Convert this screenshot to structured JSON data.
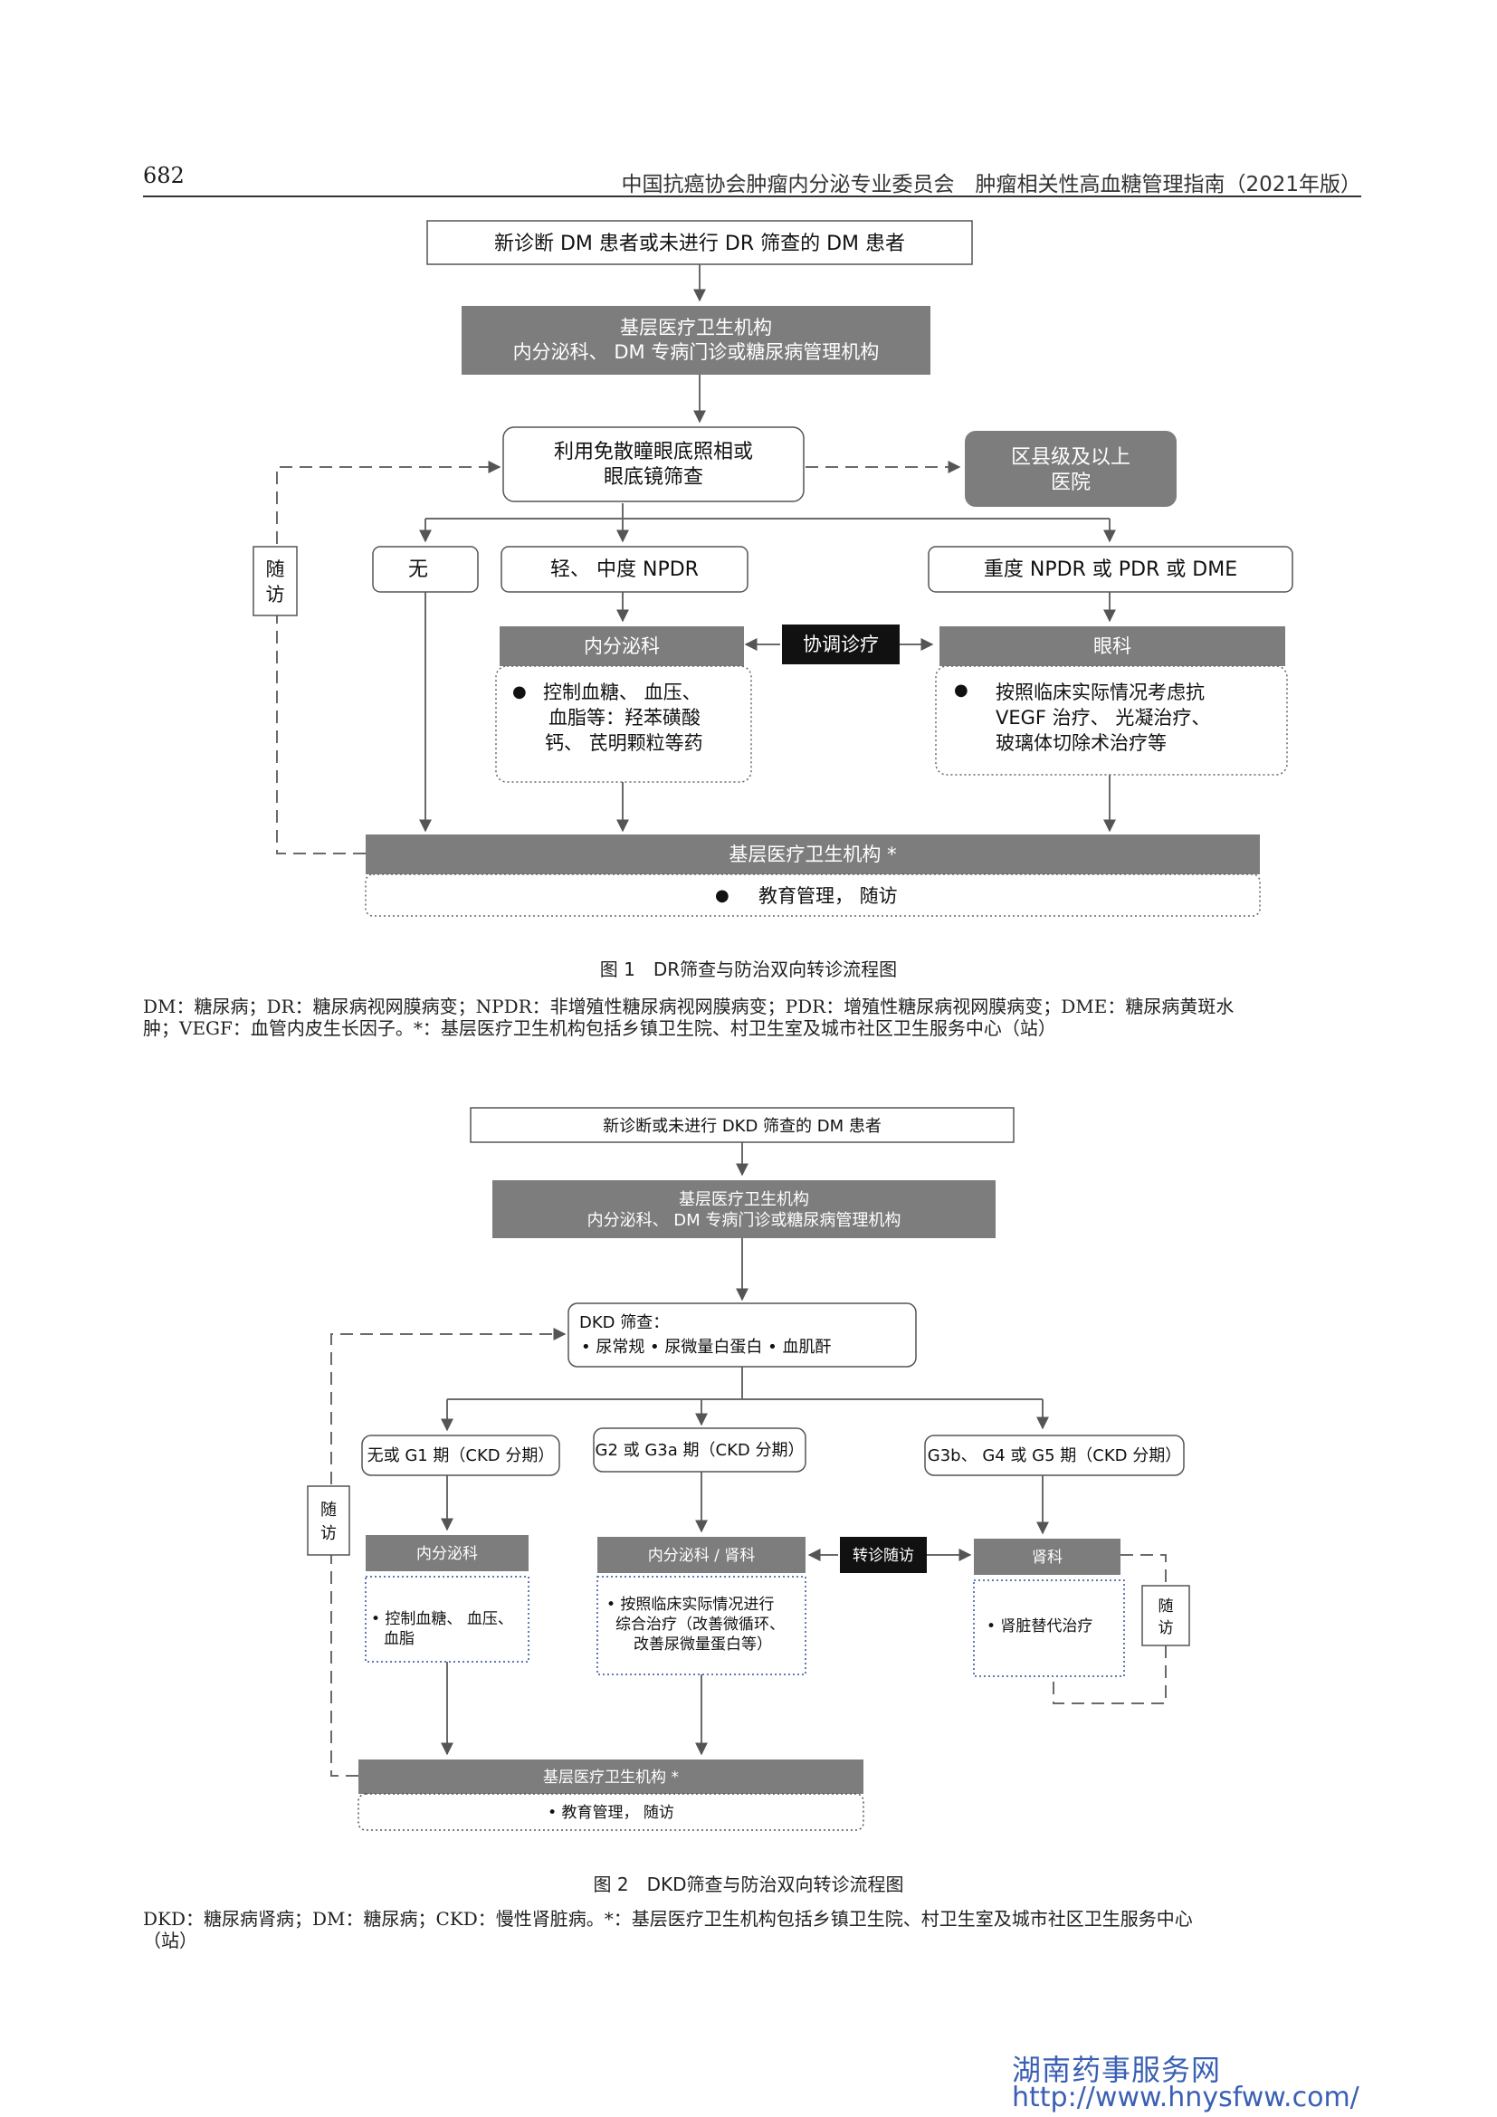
{
  "header": {
    "page_number": "682",
    "running_title": "中国抗癌协会肿瘤内分泌专业委员会　肿瘤相关性高血糖管理指南（2021年版）"
  },
  "figure1": {
    "caption": "图 1　DR筛查与防治双向转诊流程图",
    "start": "新诊断 DM 患者或未进行 DR 筛查的 DM 患者",
    "primary_line1": "基层医疗卫生机构",
    "primary_line2": "内分泌科、 DM 专病门诊或糖尿病管理机构",
    "screen_line1": "利用免散瞳眼底照相或",
    "screen_line2": "眼底镜筛查",
    "hospital_line1": "区县级及以上",
    "hospital_line2": "医院",
    "followup_1": "随",
    "followup_2": "访",
    "none": "无",
    "mild": "轻、 中度 NPDR",
    "severe": "重度 NPDR 或 PDR 或 DME",
    "endo": "内分泌科",
    "coord": "协调诊疗",
    "eye": "眼科",
    "endo_bullet": "●",
    "endo_l1": "控制血糖、 血压、",
    "endo_l2": "血脂等：羟苯磺酸",
    "endo_l3": "钙、 芪明颗粒等药",
    "eye_bullet": "●",
    "eye_l1": "按照临床实际情况考虑抗",
    "eye_l2": "VEGF 治疗、 光凝治疗、",
    "eye_l3": "玻璃体切除术治疗等",
    "bottom_title": "基层医疗卫生机构 *",
    "bottom_bullet": "●",
    "bottom_text": "教育管理， 随访"
  },
  "notes1_line1": "DM：糖尿病；DR：糖尿病视网膜病变；NPDR：非增殖性糖尿病视网膜病变；PDR：增殖性糖尿病视网膜病变；DME：糖尿病黄斑水",
  "notes1_line2": "肿；VEGF：血管内皮生长因子。*：基层医疗卫生机构包括乡镇卫生院、村卫生室及城市社区卫生服务中心（站）",
  "figure2": {
    "caption": "图 2　DKD筛查与防治双向转诊流程图",
    "start": "新诊断或未进行 DKD 筛查的 DM 患者",
    "primary_line1": "基层医疗卫生机构",
    "primary_line2": "内分泌科、 DM 专病门诊或糖尿病管理机构",
    "screen_title": "DKD 筛查：",
    "screen_items": "•  尿常规  • 尿微量白蛋白 •  血肌酐",
    "followup_1": "随",
    "followup_2": "访",
    "g1": "无或 G1 期（CKD 分期）",
    "g2": "G2 或 G3a 期（CKD 分期）",
    "g3": "G3b、 G4 或 G5 期（CKD 分期）",
    "endo": "内分泌科",
    "endo_l1": "• 控制血糖、 血压、",
    "endo_l2": "血脂",
    "endo_nephro": "内分泌科 / 肾科",
    "mid_l1": "• 按照临床实际情况进行",
    "mid_l2": "综合治疗（改善微循环、",
    "mid_l3": "改善尿微量蛋白等）",
    "referral": "转诊随访",
    "nephro": "肾科",
    "nephro_l1": "•  肾脏替代治疗",
    "followup_r1": "随",
    "followup_r2": "访",
    "bottom_title": "基层医疗卫生机构 *",
    "bottom_text": "•  教育管理， 随访"
  },
  "notes2_line1": "DKD：糖尿病肾病；DM：糖尿病；CKD：慢性肾脏病。*：基层医疗卫生机构包括乡镇卫生院、村卫生室及城市社区卫生服务中心",
  "notes2_line2": "（站）",
  "watermark": {
    "site_name": "湖南药事服务网",
    "url": "http://www.hnysfww.com/"
  }
}
